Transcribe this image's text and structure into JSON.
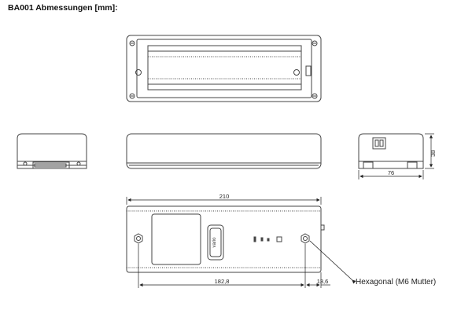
{
  "title": "BA001 Abmessungen [mm]:",
  "dimensions": {
    "total_width": "210",
    "hole_spacing": "182,8",
    "edge_offset": "13,6",
    "side_width": "76",
    "side_height": "38"
  },
  "callout": {
    "label": "Hexagonal (M6 Mutter)"
  },
  "device_brand_text": "vario"
}
